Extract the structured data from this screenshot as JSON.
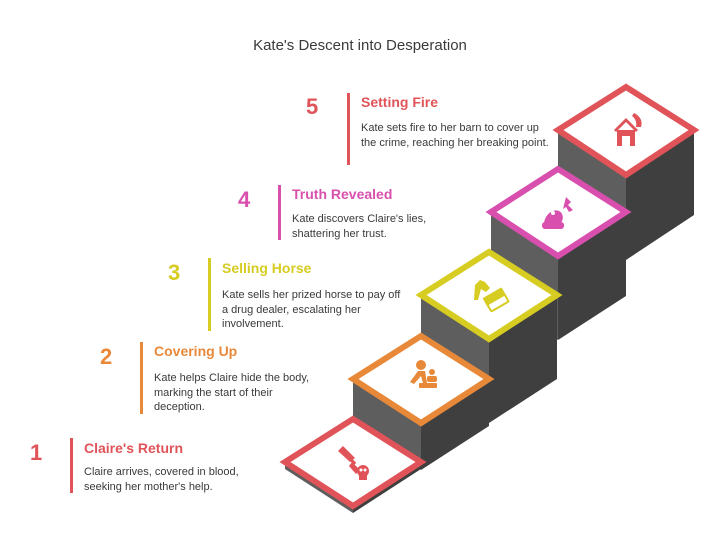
{
  "title": "Kate's Descent into Desperation",
  "steps": [
    {
      "num": "1",
      "heading": "Claire's Return",
      "desc": "Claire arrives, covered in blood, seeking her mother's help.",
      "color": "#e05459",
      "icon": "dagger-skull-icon"
    },
    {
      "num": "2",
      "heading": "Covering Up",
      "desc": "Kate helps Claire hide the body, marking the start of their deception.",
      "color": "#e8893a",
      "icon": "person-hiding-body-icon"
    },
    {
      "num": "3",
      "heading": "Selling Horse",
      "desc": "Kate sells her prized horse to pay off a drug dealer, escalating her involvement.",
      "color": "#d6cc22",
      "icon": "horse-cash-icon"
    },
    {
      "num": "4",
      "heading": "Truth Revealed",
      "desc": "Kate discovers Claire's lies, shattering her trust.",
      "color": "#d84fae",
      "icon": "broken-trust-icon"
    },
    {
      "num": "5",
      "heading": "Setting Fire",
      "desc": "Kate sets fire to her barn to cover up the crime, reaching her breaking point.",
      "color": "#e05459",
      "icon": "burning-barn-icon"
    }
  ]
}
